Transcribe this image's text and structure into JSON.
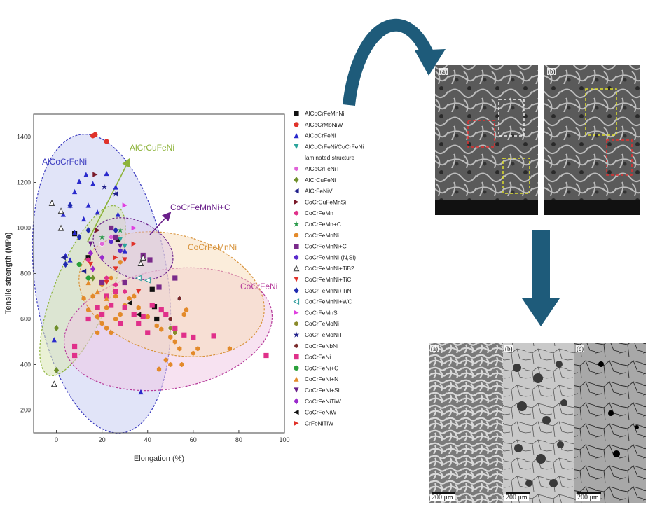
{
  "chart_data": {
    "type": "scatter",
    "xlabel": "Elongation (%)",
    "ylabel": "Tensile strength (MPa)",
    "xlim": [
      -10,
      100
    ],
    "ylim": [
      100,
      1500
    ],
    "xticks": [
      0,
      20,
      40,
      60,
      80,
      100
    ],
    "yticks": [
      200,
      400,
      600,
      800,
      1000,
      1200,
      1400
    ],
    "grid": false,
    "legend_position": "right",
    "regions": [
      {
        "label": "AlCoCrFeNi",
        "color": "#3b3bbf",
        "fill": "#c9cdf2"
      },
      {
        "label": "AlCrCuFeNi",
        "color": "#8db33a",
        "fill": "#d8e6b3"
      },
      {
        "label": "CoCrFeMnNi+C",
        "color": "#6a1f8a",
        "fill": "#d9c3e6"
      },
      {
        "label": "CoCrFeMnNi",
        "color": "#d7923a",
        "fill": "#f7dcb7"
      },
      {
        "label": "CoCrFeNi",
        "color": "#b63a9a",
        "fill": "#f0c6e4"
      }
    ],
    "series": [
      {
        "name": "AlCoCrFeMnNi",
        "marker": "square",
        "color": "#111111",
        "points": [
          [
            8,
            975
          ],
          [
            14,
            870
          ],
          [
            42,
            730
          ],
          [
            43,
            655
          ],
          [
            44,
            600
          ],
          [
            27,
            950
          ]
        ]
      },
      {
        "name": "AlCoCrMoNiW",
        "marker": "circle",
        "color": "#e0322a",
        "points": [
          [
            16,
            1405
          ],
          [
            17,
            1410
          ],
          [
            22,
            1380
          ]
        ]
      },
      {
        "name": "AlCoCrFeNi",
        "marker": "triangle-up",
        "color": "#2a2acc",
        "points": [
          [
            3,
            1060
          ],
          [
            6,
            1100
          ],
          [
            8,
            1160
          ],
          [
            10,
            1205
          ],
          [
            13,
            1235
          ],
          [
            14,
            1100
          ],
          [
            16,
            1195
          ],
          [
            22,
            1240
          ],
          [
            26,
            1180
          ],
          [
            27,
            1060
          ],
          [
            8,
            980
          ],
          [
            4,
            880
          ],
          [
            6,
            860
          ],
          [
            12,
            1040
          ],
          [
            18,
            1070
          ],
          [
            30,
            900
          ],
          [
            37,
            280
          ],
          [
            -1,
            510
          ]
        ]
      },
      {
        "name": "AlCoCrFeNi/CoCrFeNi laminated structure",
        "marker": "triangle-down",
        "color": "#2aa39b",
        "points": [
          [
            28,
            950
          ],
          [
            30,
            920
          ]
        ]
      },
      {
        "name": "AlCoCrFeNiTi",
        "marker": "pentagon-half",
        "color": "#e062d8",
        "points": [
          [
            20,
            930
          ],
          [
            24,
            960
          ]
        ]
      },
      {
        "name": "AlCrCuFeNi",
        "marker": "diamond",
        "color": "#6e8f2a",
        "points": [
          [
            0,
            560
          ],
          [
            0,
            375
          ],
          [
            16,
            780
          ]
        ]
      },
      {
        "name": "AlCrFeNiV",
        "marker": "triangle-left",
        "color": "#1f1f8a",
        "points": [
          [
            12,
            810
          ],
          [
            3,
            870
          ],
          [
            26,
            1150
          ]
        ]
      },
      {
        "name": "CoCrCuFeMnSi",
        "marker": "triangle-right",
        "color": "#7a1a2a",
        "points": [
          [
            17,
            1235
          ],
          [
            18,
            990
          ]
        ]
      },
      {
        "name": "CoCrFeMn",
        "marker": "hexagon",
        "color": "#e0308a",
        "points": [
          [
            14,
            860
          ],
          [
            22,
            780
          ],
          [
            26,
            750
          ],
          [
            30,
            720
          ]
        ]
      },
      {
        "name": "CoCrFeMn+C",
        "marker": "star",
        "color": "#2a9a4a",
        "points": [
          [
            28,
            990
          ],
          [
            20,
            960
          ]
        ]
      },
      {
        "name": "CoCrFeMnNi",
        "marker": "hexagon",
        "color": "#e38a2a",
        "points": [
          [
            14,
            640
          ],
          [
            18,
            610
          ],
          [
            20,
            580
          ],
          [
            22,
            560
          ],
          [
            24,
            540
          ],
          [
            26,
            600
          ],
          [
            28,
            620
          ],
          [
            30,
            660
          ],
          [
            32,
            690
          ],
          [
            34,
            700
          ],
          [
            36,
            650
          ],
          [
            40,
            610
          ],
          [
            44,
            570
          ],
          [
            46,
            555
          ],
          [
            50,
            520
          ],
          [
            52,
            500
          ],
          [
            54,
            470
          ],
          [
            56,
            620
          ],
          [
            57,
            640
          ],
          [
            60,
            450
          ],
          [
            62,
            470
          ],
          [
            48,
            420
          ],
          [
            50,
            400
          ],
          [
            45,
            380
          ],
          [
            55,
            400
          ],
          [
            76,
            470
          ],
          [
            24,
            780
          ],
          [
            28,
            850
          ],
          [
            20,
            750
          ],
          [
            16,
            700
          ],
          [
            12,
            690
          ],
          [
            18,
            540
          ],
          [
            22,
            650
          ],
          [
            26,
            700
          ]
        ]
      },
      {
        "name": "CoCrFeMnNi+C",
        "marker": "square",
        "color": "#7a2a8a",
        "points": [
          [
            24,
            1000
          ],
          [
            26,
            960
          ],
          [
            38,
            880
          ],
          [
            41,
            860
          ],
          [
            52,
            780
          ],
          [
            45,
            740
          ],
          [
            20,
            760
          ],
          [
            30,
            760
          ]
        ]
      },
      {
        "name": "CoCrFeMnNi-(N,Si)",
        "marker": "hexagon",
        "color": "#5a2acc",
        "points": [
          [
            24,
            940
          ],
          [
            28,
            900
          ]
        ]
      },
      {
        "name": "CoCrFeMnNi+TiB2",
        "marker": "triangle-open",
        "color": "#333333",
        "points": [
          [
            -1,
            315
          ],
          [
            2,
            1000
          ],
          [
            2,
            1075
          ],
          [
            -2,
            1110
          ],
          [
            38,
            870
          ],
          [
            37,
            845
          ]
        ]
      },
      {
        "name": "CoCrFeMnNi+TiC",
        "marker": "triangle-down",
        "color": "#e0322a",
        "points": [
          [
            26,
            820
          ],
          [
            30,
            860
          ],
          [
            36,
            720
          ],
          [
            22,
            760
          ],
          [
            15,
            840
          ]
        ]
      },
      {
        "name": "CoCrFeMnNi+TiN",
        "marker": "diamond",
        "color": "#1f2ab0",
        "points": [
          [
            6,
            1100
          ],
          [
            10,
            960
          ],
          [
            14,
            990
          ],
          [
            4,
            840
          ],
          [
            26,
            990
          ]
        ]
      },
      {
        "name": "CoCrFeMnNi+WC",
        "marker": "triangle-left-open",
        "color": "#2a9a9a",
        "points": [
          [
            36,
            780
          ],
          [
            40,
            770
          ]
        ]
      },
      {
        "name": "CoCrFeMnSi",
        "marker": "triangle-right",
        "color": "#e040e0",
        "points": [
          [
            30,
            1100
          ],
          [
            34,
            1000
          ]
        ]
      },
      {
        "name": "CoCrFeMoNi",
        "marker": "hexagon-half",
        "color": "#8a8a2a",
        "points": [
          [
            50,
            560
          ],
          [
            52,
            540
          ]
        ]
      },
      {
        "name": "CoCrFeMoNiTi",
        "marker": "star",
        "color": "#1f1f8a",
        "points": [
          [
            21,
            1180
          ],
          [
            26,
            1150
          ]
        ]
      },
      {
        "name": "CoCrFeNbNi",
        "marker": "circle-half",
        "color": "#7a2a2a",
        "points": [
          [
            54,
            690
          ],
          [
            50,
            600
          ]
        ]
      },
      {
        "name": "CoCrFeNi",
        "marker": "square",
        "color": "#e0308a",
        "points": [
          [
            8,
            480
          ],
          [
            8,
            440
          ],
          [
            14,
            600
          ],
          [
            18,
            650
          ],
          [
            22,
            700
          ],
          [
            26,
            720
          ],
          [
            30,
            650
          ],
          [
            34,
            620
          ],
          [
            38,
            610
          ],
          [
            42,
            660
          ],
          [
            46,
            640
          ],
          [
            52,
            560
          ],
          [
            56,
            530
          ],
          [
            60,
            520
          ],
          [
            69,
            525
          ],
          [
            92,
            440
          ],
          [
            20,
            620
          ],
          [
            28,
            580
          ],
          [
            36,
            580
          ],
          [
            40,
            540
          ],
          [
            48,
            620
          ],
          [
            24,
            660
          ]
        ]
      },
      {
        "name": "CoCrFeNi+C",
        "marker": "circle",
        "color": "#2aa03a",
        "points": [
          [
            14,
            780
          ],
          [
            10,
            840
          ]
        ]
      },
      {
        "name": "CoCrFeNi+N",
        "marker": "triangle-up",
        "color": "#e38a2a",
        "points": [
          [
            14,
            760
          ],
          [
            18,
            720
          ],
          [
            22,
            690
          ]
        ]
      },
      {
        "name": "CoCrFeNi+Si",
        "marker": "triangle-down",
        "color": "#6a1f8a",
        "points": [
          [
            15,
            930
          ],
          [
            28,
            920
          ]
        ]
      },
      {
        "name": "CoCrFeNiTiW",
        "marker": "diamond",
        "color": "#9a2acc",
        "points": [
          [
            15,
            890
          ],
          [
            20,
            870
          ],
          [
            16,
            820
          ]
        ]
      },
      {
        "name": "CoCrFeNiW",
        "marker": "triangle-left",
        "color": "#111111",
        "points": [
          [
            32,
            670
          ],
          [
            36,
            620
          ]
        ]
      },
      {
        "name": "CrFeNiTiW",
        "marker": "triangle-right",
        "color": "#e0322a",
        "points": [
          [
            34,
            930
          ],
          [
            26,
            870
          ]
        ]
      }
    ]
  },
  "micrographs_top": [
    {
      "label": "(a)"
    },
    {
      "label": "(b)"
    }
  ],
  "micrographs_bottom": [
    {
      "label": "(a)",
      "scale": "200 μm"
    },
    {
      "label": "(b)",
      "scale": "200 μm"
    },
    {
      "label": "(c)",
      "scale": "200 μm"
    }
  ],
  "colors": {
    "arrow": "#1e5b7a",
    "axis": "#444444"
  }
}
